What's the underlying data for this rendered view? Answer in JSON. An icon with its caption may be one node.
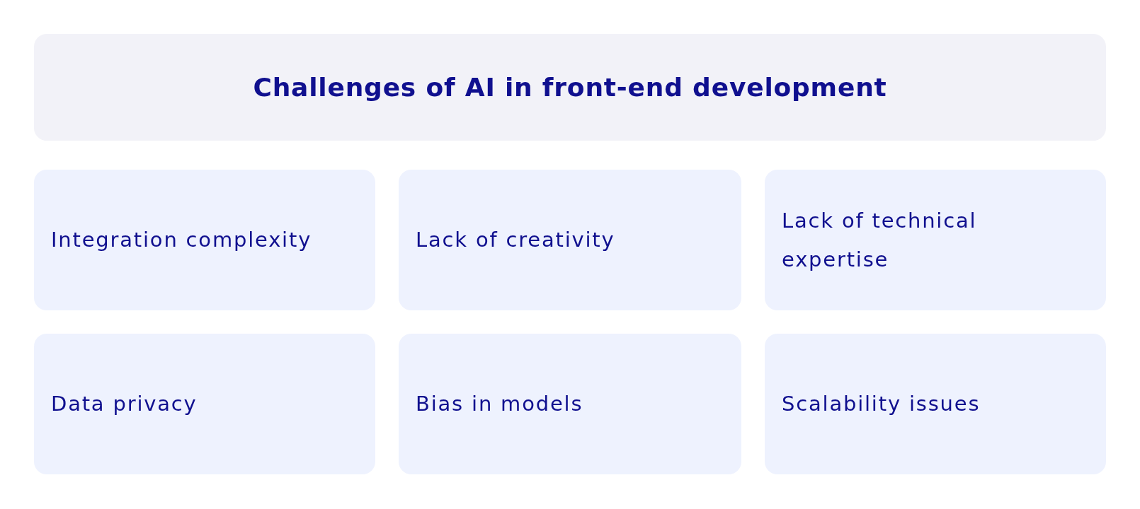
{
  "diagram": {
    "title": "Challenges of AI in front-end development",
    "nodes": [
      {
        "text": [
          "Integration complexity"
        ]
      },
      {
        "text": [
          "Lack of creativity"
        ]
      },
      {
        "text": [
          "Lack of technical expertise"
        ]
      },
      {
        "text": [
          "Data privacy"
        ]
      },
      {
        "text": [
          "Bias in models"
        ]
      },
      {
        "text": [
          "Scalability issues"
        ]
      }
    ]
  }
}
